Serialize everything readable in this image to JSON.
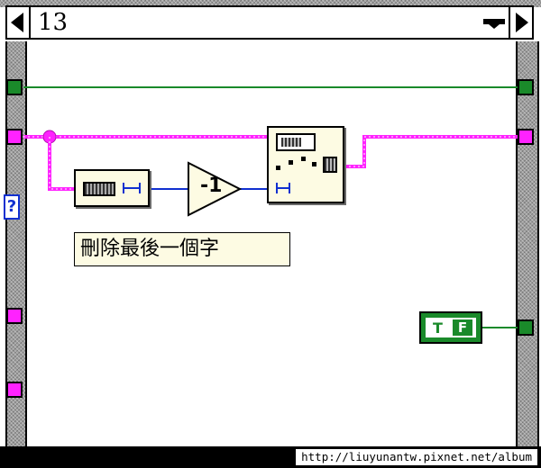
{
  "case_selector": {
    "value": "13",
    "prev_icon": "arrow-left-icon",
    "next_icon": "arrow-right-icon",
    "dropdown_icon": "dropdown-icon"
  },
  "nodes": {
    "string_length": {
      "icon": "string-length-icon"
    },
    "decrement": {
      "label": "-1",
      "icon": "decrement-icon"
    },
    "string_subset": {
      "icon": "string-subset-icon"
    }
  },
  "comment": {
    "text": "刪除最後一個字"
  },
  "boolean_constant": {
    "tf_label": "T",
    "value": "F"
  },
  "unwired_tunnel": {
    "label": "?"
  },
  "watermark": {
    "url": "http://liuyunantw.pixnet.net/album"
  },
  "colors": {
    "boolean_wire": "#1a8a2a",
    "string_wire": "#ff22ff",
    "numeric_wire": "#1030d0",
    "node_bg": "#fdfbe3"
  }
}
